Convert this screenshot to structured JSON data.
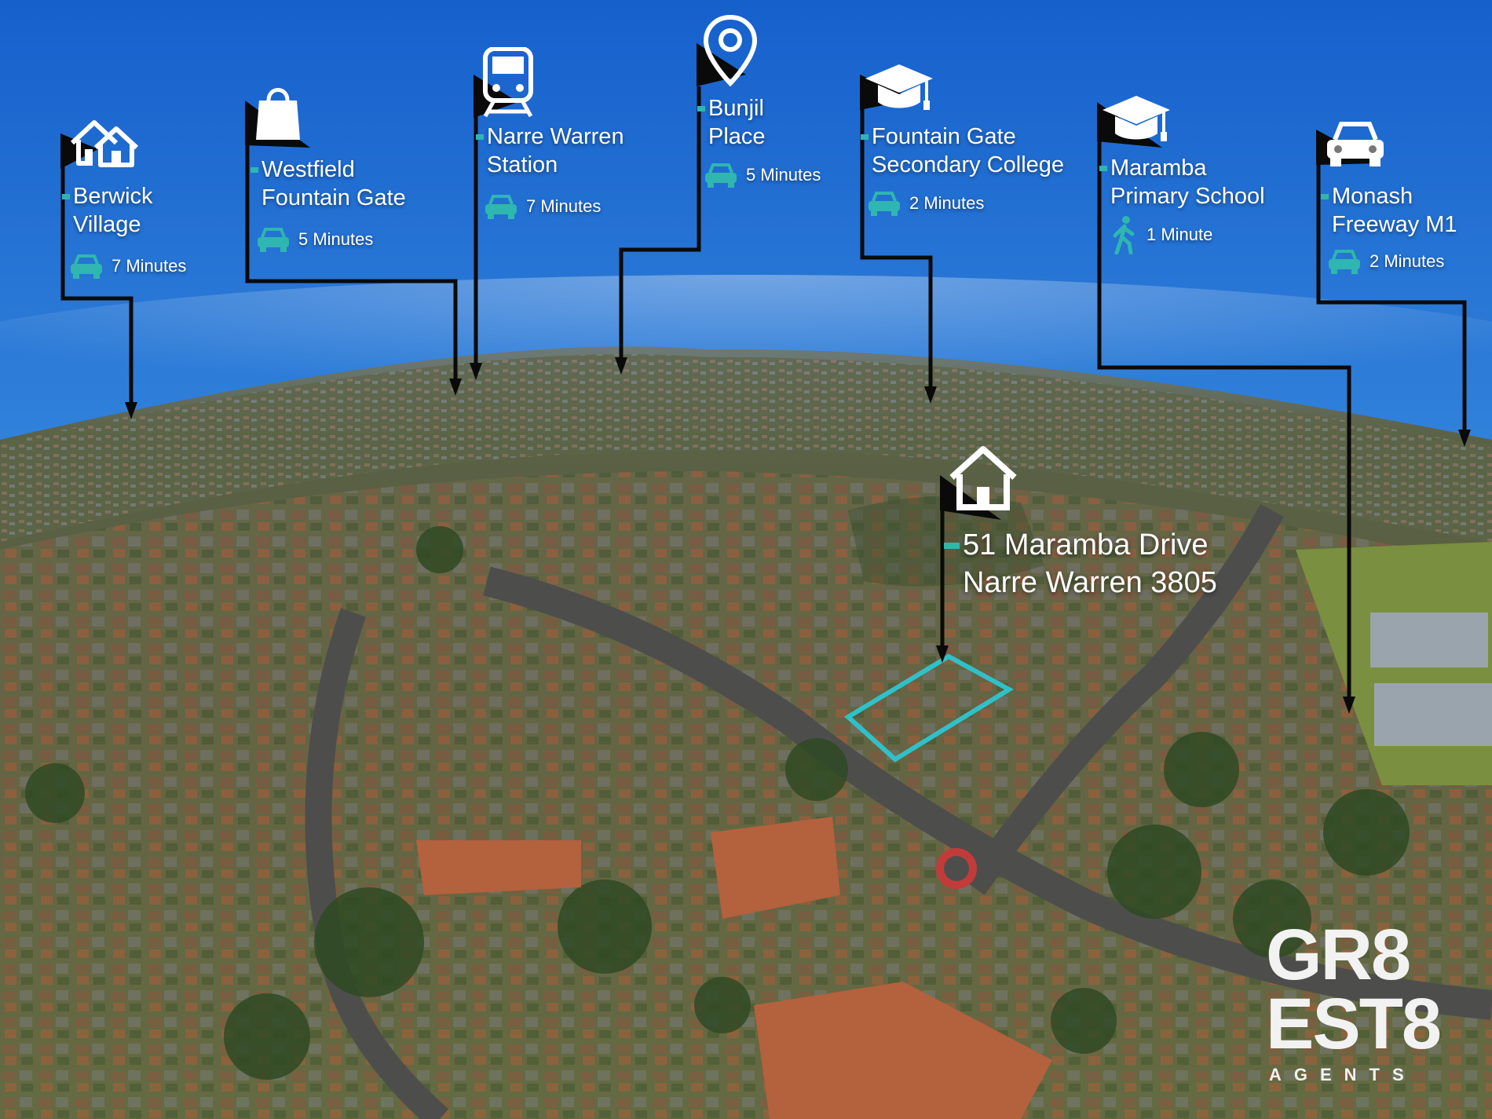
{
  "photo": {
    "sky_color": "#1e74d6",
    "horizon_color": "#9fc8ea",
    "ground_color": "#4f5a3c",
    "marker_color": "#2fb6b0",
    "pointer_color": "#0a0a0a"
  },
  "destinations": [
    {
      "name_line1": "Berwick",
      "name_line2": "Village",
      "icon": "houses-icon",
      "mode_icon": "car-icon",
      "time": "7 Minutes"
    },
    {
      "name_line1": "Westfield",
      "name_line2": "Fountain Gate",
      "icon": "shopping-bag-icon",
      "mode_icon": "car-icon",
      "time": "5 Minutes"
    },
    {
      "name_line1": "Narre Warren",
      "name_line2": "Station",
      "icon": "train-icon",
      "mode_icon": "car-icon",
      "time": "7 Minutes"
    },
    {
      "name_line1": "Bunjil",
      "name_line2": "Place",
      "icon": "map-pin-icon",
      "mode_icon": "car-icon",
      "time": "5 Minutes"
    },
    {
      "name_line1": "Fountain Gate",
      "name_line2": "Secondary College",
      "icon": "graduation-cap-icon",
      "mode_icon": "car-icon",
      "time": "2 Minutes"
    },
    {
      "name_line1": "Maramba",
      "name_line2": "Primary School",
      "icon": "graduation-cap-icon",
      "mode_icon": "walking-person-icon",
      "time": "1 Minute"
    },
    {
      "name_line1": "Monash",
      "name_line2": "Freeway M1",
      "icon": "car-icon",
      "mode_icon": "car-icon",
      "time": "2 Minutes"
    }
  ],
  "property": {
    "icon": "house-icon",
    "address_line1": "51 Maramba Drive",
    "address_line2": "Narre Warren 3805"
  },
  "logo": {
    "line1": "GR8",
    "line2": "EST8",
    "line3": "AGENTS"
  }
}
